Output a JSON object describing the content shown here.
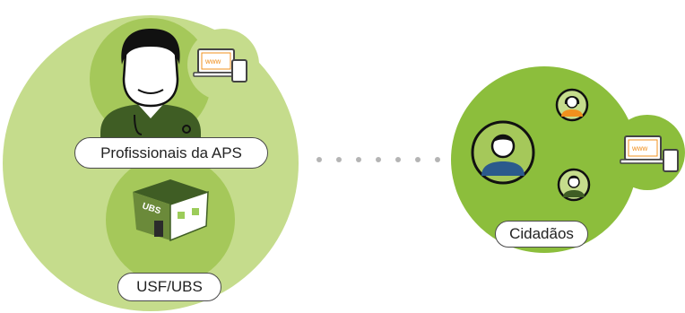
{
  "labels": {
    "professionals": "Profissionais da APS",
    "unit": "USF/UBS",
    "citizens": "Cidadãos"
  },
  "icons": {
    "browser_text": "www",
    "building_sign": "UBS"
  },
  "colors": {
    "light_green": "#c5dc8c",
    "mid_green": "#a5c85a",
    "bright_green": "#8cbe3c",
    "dark_green": "#3f5d24",
    "orange": "#f0901e",
    "blue": "#2b5a8c",
    "dot": "#b4b4b4"
  }
}
